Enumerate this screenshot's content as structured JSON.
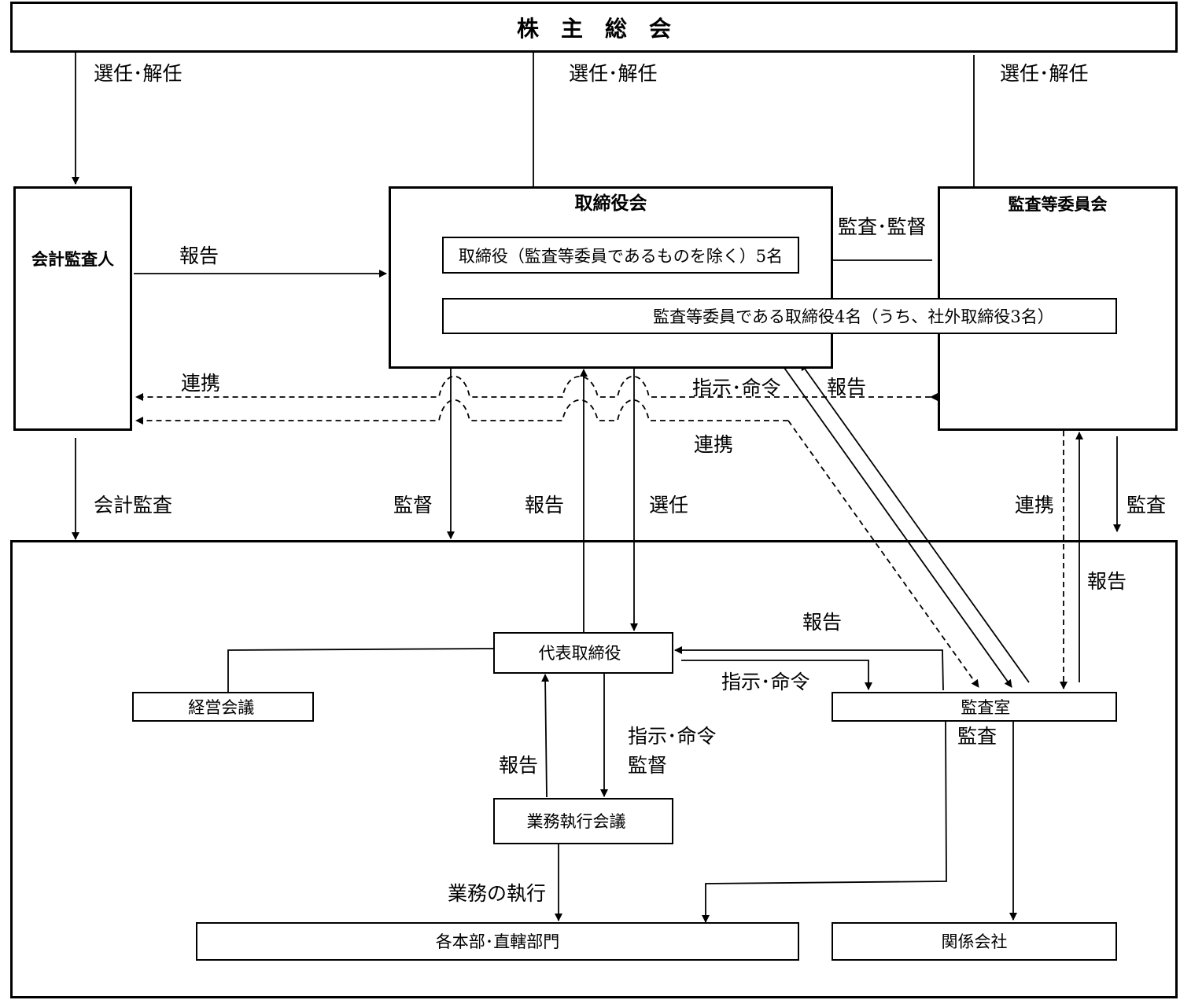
{
  "nodes": {
    "shareholders": "株　主　総　会",
    "auditor": "会計監査人",
    "board": "取締役会",
    "board_directors": "取締役（監査等委員であるものを除く）5名",
    "board_audit_members": "監査等委員である取締役4名（うち、社外取締役3名）",
    "audit_committee": "監査等委員会",
    "ceo": "代表取締役",
    "management_meeting": "経営会議",
    "audit_office": "監査室",
    "exec_meeting": "業務執行会議",
    "divisions": "各本部･直轄部門",
    "affiliates": "関係会社"
  },
  "labels": {
    "appoint_dismiss_1": "選任･解任",
    "appoint_dismiss_2": "選任･解任",
    "appoint_dismiss_3": "選任･解任",
    "report_auditor": "報告",
    "audit_supervise": "監査･監督",
    "coop_1": "連携",
    "instruct_1": "指示･命令",
    "report_committee": "報告",
    "coop_2": "連携",
    "accounting_audit": "会計監査",
    "supervise": "監督",
    "report_board": "報告",
    "appoint": "選任",
    "coop_3": "連携",
    "audit_1": "監査",
    "report_committee_2": "報告",
    "report_office": "報告",
    "instruct_2": "指示･命令",
    "audit_2": "監査",
    "instruct_3": "指示･命令",
    "supervise_2": "監督",
    "report_exec": "報告",
    "execution": "業務の執行"
  }
}
